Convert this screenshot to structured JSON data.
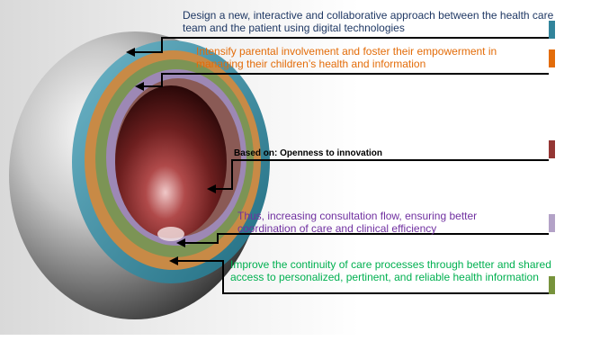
{
  "texts": {
    "t1": "Design a new, interactive and collaborative approach between the health care team and the patient using digital technologies",
    "t2": "Intensify parental involvement and foster their empowerment in managing their children’s health and information",
    "t3": "Based on: Openness to innovation",
    "t4": "Thus, increasing consultation flow, ensuring better coordination of care  and clinical efficiency",
    "t5": "Improve the continuity of care processes through better and shared access to personalized, pertinent, and reliable health information"
  },
  "colors": {
    "layer1": "#31849b",
    "layer2": "#e36c09",
    "layer3": "#943634",
    "layer4": "#b3a2c7",
    "layer5": "#77933c"
  }
}
